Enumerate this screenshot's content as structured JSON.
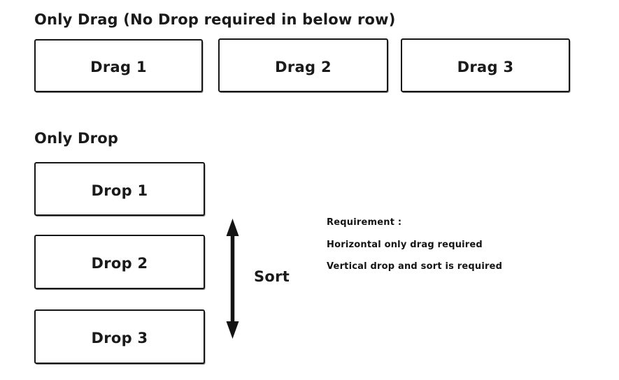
{
  "canvas": {
    "background": "#ffffff",
    "ink": "#1a1a1a"
  },
  "drag_section": {
    "title": "Only Drag (No Drop required in below row)",
    "items": [
      {
        "label": "Drag 1"
      },
      {
        "label": "Drag 2"
      },
      {
        "label": "Drag 3"
      }
    ]
  },
  "drop_section": {
    "title": "Only Drop",
    "items": [
      {
        "label": "Drop 1"
      },
      {
        "label": "Drop 2"
      },
      {
        "label": "Drop 3"
      }
    ],
    "sort_annotation": {
      "label": "Sort",
      "icon": "double-headed-vertical-arrow"
    }
  },
  "requirements": {
    "heading": "Requirement :",
    "lines": [
      "Horizontal only drag required",
      "Vertical drop and sort is required"
    ]
  }
}
